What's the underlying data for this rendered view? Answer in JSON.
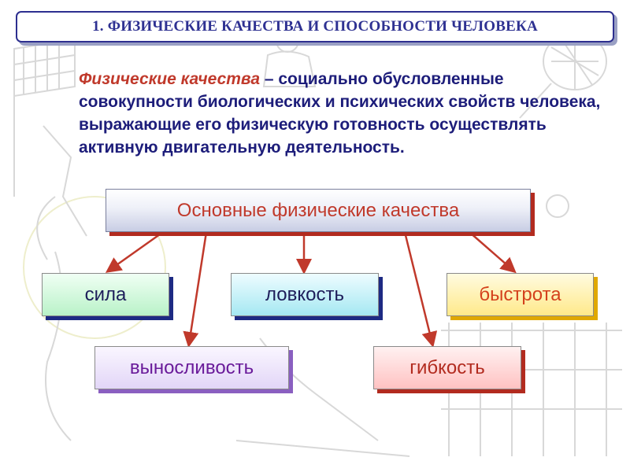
{
  "title": "1. ФИЗИЧЕСКИЕ КАЧЕСТВА И СПОСОБНОСТИ ЧЕЛОВЕКА",
  "definition": {
    "term": "Физические качества",
    "text": " – социально обусловленные совокупности биологических и психических свойств человека, выражающие его физическую готовность осуществлять активную двигательную деятельность."
  },
  "main_box": "Основные физические качества",
  "qualities": {
    "sila": "сила",
    "lovkost": "ловкость",
    "bystrota": "быстрота",
    "vynoslivost": "выносливость",
    "gibkost": "гибкость"
  },
  "colors": {
    "title_text": "#2e3192",
    "definition_term": "#c0392b",
    "definition_text": "#1d1d7a",
    "arrow": "#c0392b",
    "main_box_text": "#c0392b"
  }
}
